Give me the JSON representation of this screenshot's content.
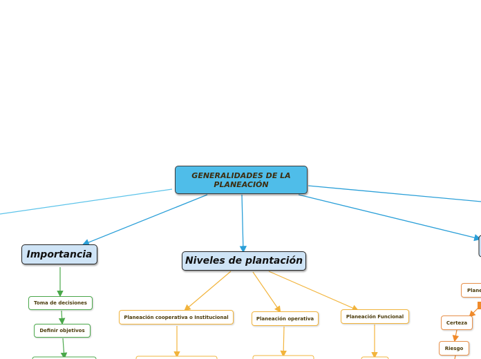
{
  "root": {
    "title": "GENERALIDADES DE LA PLANEACIÓN"
  },
  "branches": {
    "importancia": {
      "label": "Importancia",
      "children": [
        "Toma de decisiones",
        "Definir objetivos"
      ]
    },
    "niveles": {
      "label": "Niveles de plantación",
      "children": [
        "Planeación cooperativa o Institucional",
        "Planeación operativa",
        "Planeación Funcional"
      ]
    },
    "right": {
      "children_partial": [
        "Plane",
        "Certeza",
        "Riesgo"
      ]
    }
  },
  "colors": {
    "root_fill": "#4fbde9",
    "main_fill": "#cfe4f6",
    "blue_line": "#2a9fd8",
    "green_line": "#4aa84a",
    "orange_line": "#f2b43c",
    "dark_orange": "#f08a2a"
  }
}
